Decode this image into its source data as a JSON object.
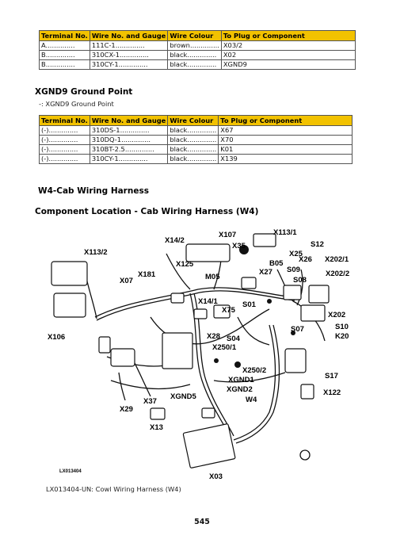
{
  "table1": {
    "headers": [
      "Terminal No.",
      "Wire No. and Gauge",
      "Wire Colour",
      "To Plug or Component"
    ],
    "rows": [
      [
        "A..............",
        "111C-1..............",
        "brown..............",
        "X03/2"
      ],
      [
        "B..............",
        "310CX-1..............",
        "black..............",
        "X02"
      ],
      [
        "B..............",
        "310CY-1..............",
        "black..............",
        "XGND9"
      ]
    ]
  },
  "section_xgnd9": {
    "title": "XGND9 Ground Point",
    "subtitle": "-: XGND9 Ground Point"
  },
  "table2": {
    "headers": [
      "Terminal No.",
      "Wire No. and Gauge",
      "Wire Colour",
      "To Plug or Component"
    ],
    "rows": [
      [
        "(-)..............",
        "310DS-1..............",
        "black..............",
        "X67"
      ],
      [
        "(-)..............",
        "310DQ-1..............",
        "black..............",
        "X70"
      ],
      [
        "(-)..............",
        "310BT-2.5..............",
        "black..............",
        "K01"
      ],
      [
        "(-)..............",
        "310CY-1..............",
        "black..............",
        "X139"
      ]
    ]
  },
  "section_w4": {
    "title": "W4-Cab Wiring Harness"
  },
  "section_location": {
    "title": "Component Location - Cab Wiring Harness (W4)"
  },
  "diagram": {
    "labels": [
      "X107",
      "X113/1",
      "X14/2",
      "X35",
      "S12",
      "X113/2",
      "X125",
      "B05",
      "X25",
      "X26",
      "X202/1",
      "X181",
      "M05",
      "X27",
      "S09",
      "X202/2",
      "X07",
      "S08",
      "X14/1",
      "X75",
      "S01",
      "X202",
      "X106",
      "X28",
      "S04",
      "S07",
      "S10",
      "X250/1",
      "K20",
      "X250/2",
      "S17",
      "XGND1",
      "XGND2",
      "X122",
      "X37",
      "XGND5",
      "W4",
      "X29",
      "X13",
      "X03"
    ],
    "code": "LX013404"
  },
  "caption": "LX013404-UN: Cowl Wiring Harness (W4)",
  "page_number": "545"
}
